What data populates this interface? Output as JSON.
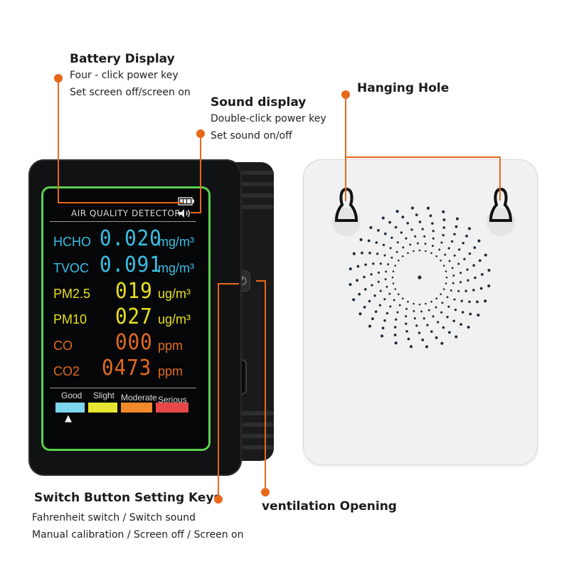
{
  "callouts": {
    "battery": {
      "title": "Battery Display",
      "lines": [
        "Four - click power key",
        "Set screen off/screen on"
      ]
    },
    "sound": {
      "title": "Sound display",
      "lines": [
        "Double-click power key",
        "Set sound on/off"
      ]
    },
    "hanging": {
      "title": "Hanging Hole"
    },
    "switch": {
      "title": "Switch Button Setting Keys",
      "lines": [
        "Fahrenheit switch / Switch sound",
        "Manual calibration / Screen off / Screen on"
      ]
    },
    "ventilation": {
      "title": "ventilation Opening"
    }
  },
  "screen": {
    "header": "AIR QUALITY DETECTOR",
    "readings": [
      {
        "label": "HCHO",
        "value": "0.020",
        "unit": "mg/m³"
      },
      {
        "label": "TVOC",
        "value": "0.091",
        "unit": "mg/m³"
      },
      {
        "label": "PM2.5",
        "value": "019",
        "unit": "ug/m³"
      },
      {
        "label": "PM10",
        "value": "027",
        "unit": "ug/m³"
      },
      {
        "label": "CO",
        "value": "000",
        "unit": "ppm"
      },
      {
        "label": "CO2",
        "value": "0473",
        "unit": "ppm"
      }
    ],
    "levels": [
      {
        "label": "Good",
        "color": "#7ed6ee"
      },
      {
        "label": "Slight",
        "color": "#e6e632"
      },
      {
        "label": "Moderate",
        "color": "#f08a2a"
      },
      {
        "label": "Serious",
        "color": "#e84848"
      }
    ],
    "indicator": "▲",
    "icons": {
      "battery": "battery-icon",
      "sound": "speaker-icon"
    }
  },
  "colors": {
    "accent": "#e8681a",
    "screen_border": "#5cd04f",
    "cyan_value": "#38bfe6",
    "yellow_value": "#e8e020",
    "orange_value": "#e46a1f"
  }
}
